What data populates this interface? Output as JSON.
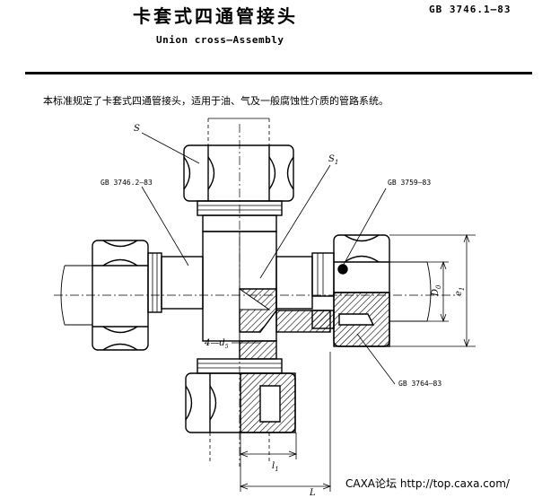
{
  "header": {
    "title_cn": "卡套式四通管接头",
    "title_en": "Union cross—Assembly",
    "standard_no": "GB 3746.1—83"
  },
  "intro_text": "本标准规定了卡套式四通管接头，适用于油、气及一般腐蚀性介质的管路系统。",
  "callouts": {
    "nut_s": "S",
    "body_s1": "S",
    "body_s1_sub": "1",
    "nut_std": "GB 3746.2—83",
    "ferrule_std": "GB 3759—83",
    "body_std": "GB 3764—83",
    "port_count": "4—d",
    "port_count_sub": "5",
    "dim_d0": "D",
    "dim_d0_sub": "0",
    "dim_e1": "e",
    "dim_e1_sub": "1",
    "dim_l1": "l",
    "dim_l1_sub": "1",
    "dim_L": "L"
  },
  "watermark": "CAXA论坛 http://top.caxa.com/"
}
